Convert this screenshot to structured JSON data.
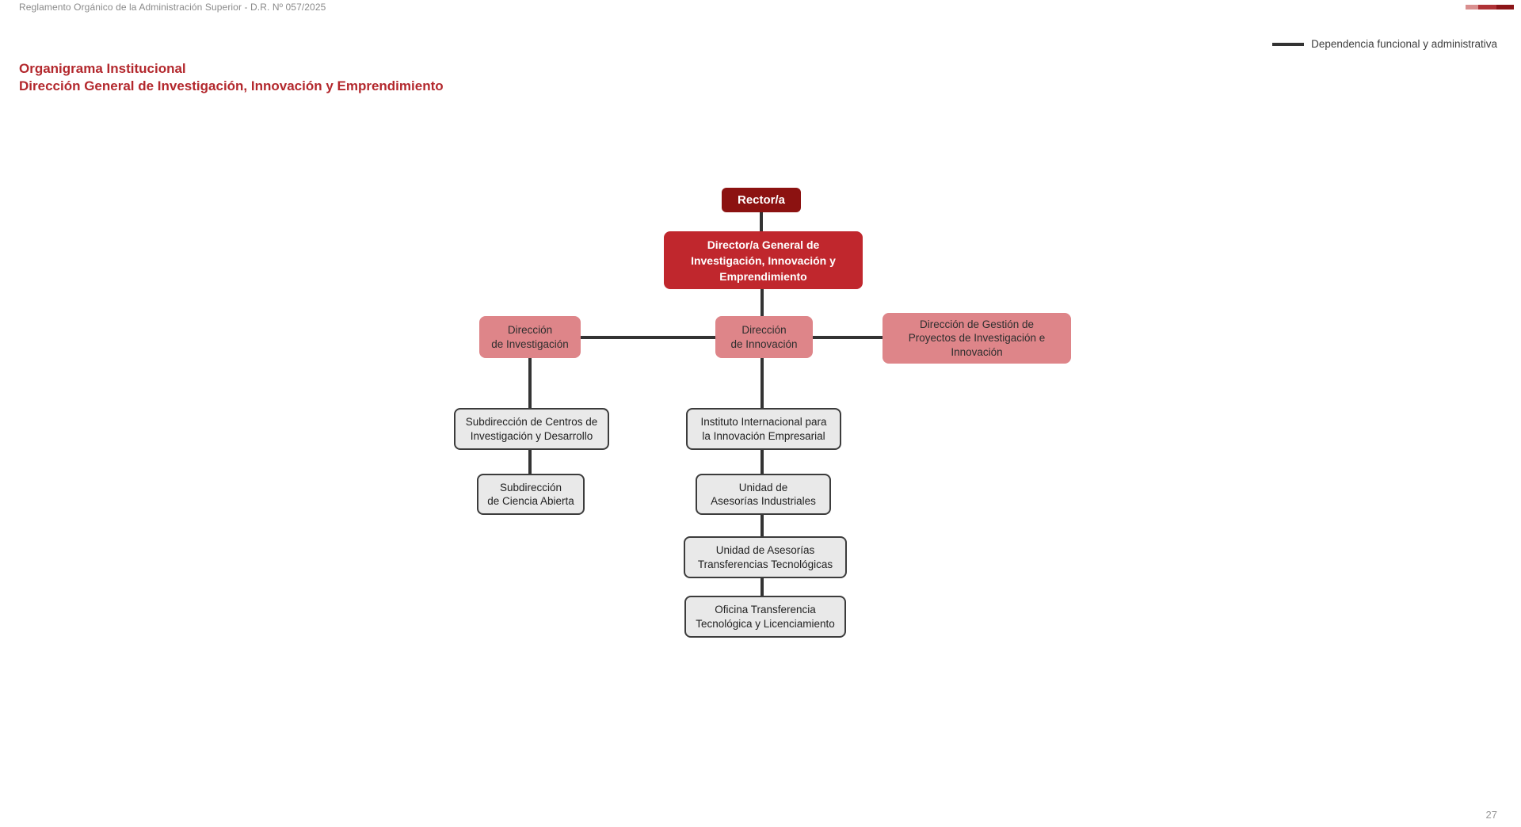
{
  "header": {
    "doc_ref": "Reglamento Orgánico de la Administración Superior - D.R. Nº 057/2025",
    "page_number": "27"
  },
  "legend": {
    "label": "Dependencia funcional y administrativa"
  },
  "title": {
    "line1": "Organigrama Institucional",
    "line2": "Dirección General de Investigación, Innovación y Emprendimiento"
  },
  "colors": {
    "accent_dark": "#8C1211",
    "accent_red": "#C0272D",
    "accent_pink": "#DE8589",
    "box_grey": "#E9E9E9",
    "box_border": "#3C3C3C",
    "connector": "#333333",
    "title_red": "#B3282D",
    "bar_light": "#D98F8F",
    "bar_mid": "#AF3236",
    "bar_dark": "#8C1518"
  },
  "nodes": {
    "rector": {
      "lines": [
        "Rector/a"
      ]
    },
    "director_general": {
      "lines": [
        "Director/a General de",
        "Investigación, Innovación y",
        "Emprendimiento"
      ]
    },
    "dir_investigacion": {
      "lines": [
        "Dirección",
        "de Investigación"
      ]
    },
    "dir_innovacion": {
      "lines": [
        "Dirección",
        "de Innovación"
      ]
    },
    "dir_gestion": {
      "lines": [
        "Dirección de Gestión de",
        "Proyectos de Investigación e",
        "Innovación"
      ]
    },
    "sub_centros": {
      "lines": [
        "Subdirección de Centros de",
        "Investigación y Desarrollo"
      ]
    },
    "sub_ciencia": {
      "lines": [
        "Subdirección",
        "de Ciencia Abierta"
      ]
    },
    "instituto": {
      "lines": [
        "Instituto Internacional para",
        "la Innovación Empresarial"
      ]
    },
    "unidad_asesorias": {
      "lines": [
        "Unidad de",
        "Asesorías Industriales"
      ]
    },
    "unidad_transferencias": {
      "lines": [
        "Unidad de Asesorías",
        "Transferencias Tecnológicas"
      ]
    },
    "oficina_transferencia": {
      "lines": [
        "Oficina Transferencia",
        "Tecnológica y Licenciamiento"
      ]
    }
  }
}
